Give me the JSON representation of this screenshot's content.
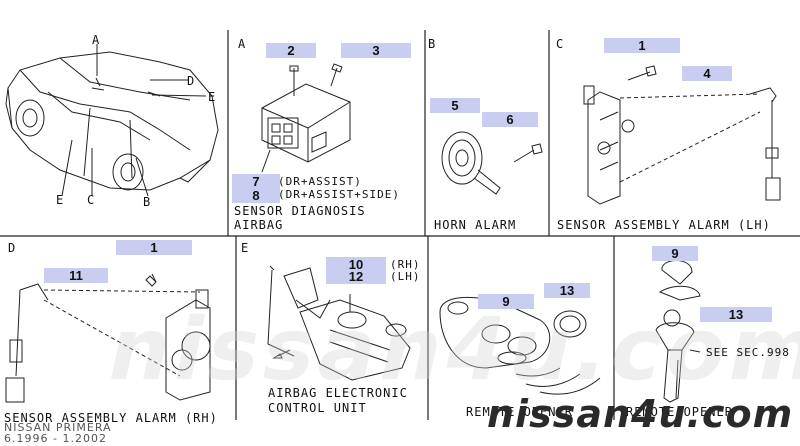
{
  "panels": {
    "overview": {
      "letters": [
        "A",
        "D",
        "E",
        "E",
        "C",
        "B"
      ]
    },
    "A": {
      "letter": "A",
      "callouts": [
        "2",
        "3",
        "7",
        "8"
      ],
      "variants": [
        "(DR+ASSIST)",
        "(DR+ASSIST+SIDE)"
      ],
      "caption_line1": "SENSOR DIAGNOSIS",
      "caption_line2": "AIRBAG"
    },
    "B": {
      "letter": "B",
      "callouts": [
        "5",
        "6"
      ],
      "caption": "HORN ALARM"
    },
    "C": {
      "letter": "C",
      "callouts": [
        "1",
        "4"
      ],
      "caption": "SENSOR ASSEMBLY ALARM (LH)"
    },
    "D": {
      "letter": "D",
      "callouts": [
        "1",
        "11"
      ],
      "caption": "SENSOR ASSEMBLY ALARM (RH)"
    },
    "E": {
      "letter": "E",
      "callouts": [
        "10",
        "12"
      ],
      "sides": [
        "(RH)",
        "(LH)"
      ],
      "caption_line1": "AIRBAG ELECTRONIC",
      "caption_line2": "CONTROL UNIT"
    },
    "remote": {
      "callouts": [
        "9",
        "13"
      ],
      "caption": "REMOTE OPENER"
    },
    "key": {
      "callouts": [
        "9",
        "13"
      ],
      "see": "SEE SEC.998",
      "caption": "REMOTE OPENER"
    }
  },
  "footer": {
    "model": "NISSAN PRIMERA",
    "period": "6.1996 - 1.2002",
    "brand": "nissan4u.com",
    "watermark": "nissan4u.com"
  },
  "colors": {
    "callout_bg": "#c9cdf0",
    "line": "#222222"
  }
}
